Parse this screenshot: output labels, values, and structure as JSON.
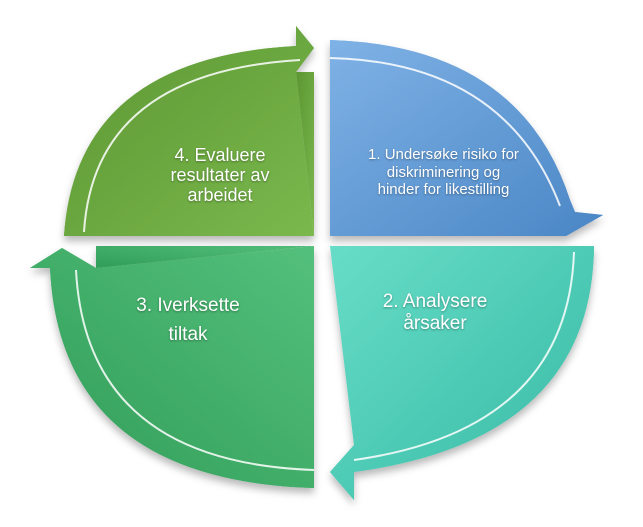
{
  "diagram": {
    "steps": [
      {
        "id": "1",
        "lines": [
          "1. Undersøke risiko for",
          "diskriminering og",
          "hinder for likestilling"
        ],
        "color": "#5b9bd5"
      },
      {
        "id": "2",
        "lines": [
          "2. Analysere",
          "årsaker"
        ],
        "color": "#4ecfb8"
      },
      {
        "id": "3",
        "lines": [
          "3. Iverksette",
          "tiltak"
        ],
        "color": "#3fb26a"
      },
      {
        "id": "4",
        "lines": [
          "4. Evaluere",
          "resultater av",
          "arbeidet"
        ],
        "color": "#6aa83e"
      }
    ]
  }
}
